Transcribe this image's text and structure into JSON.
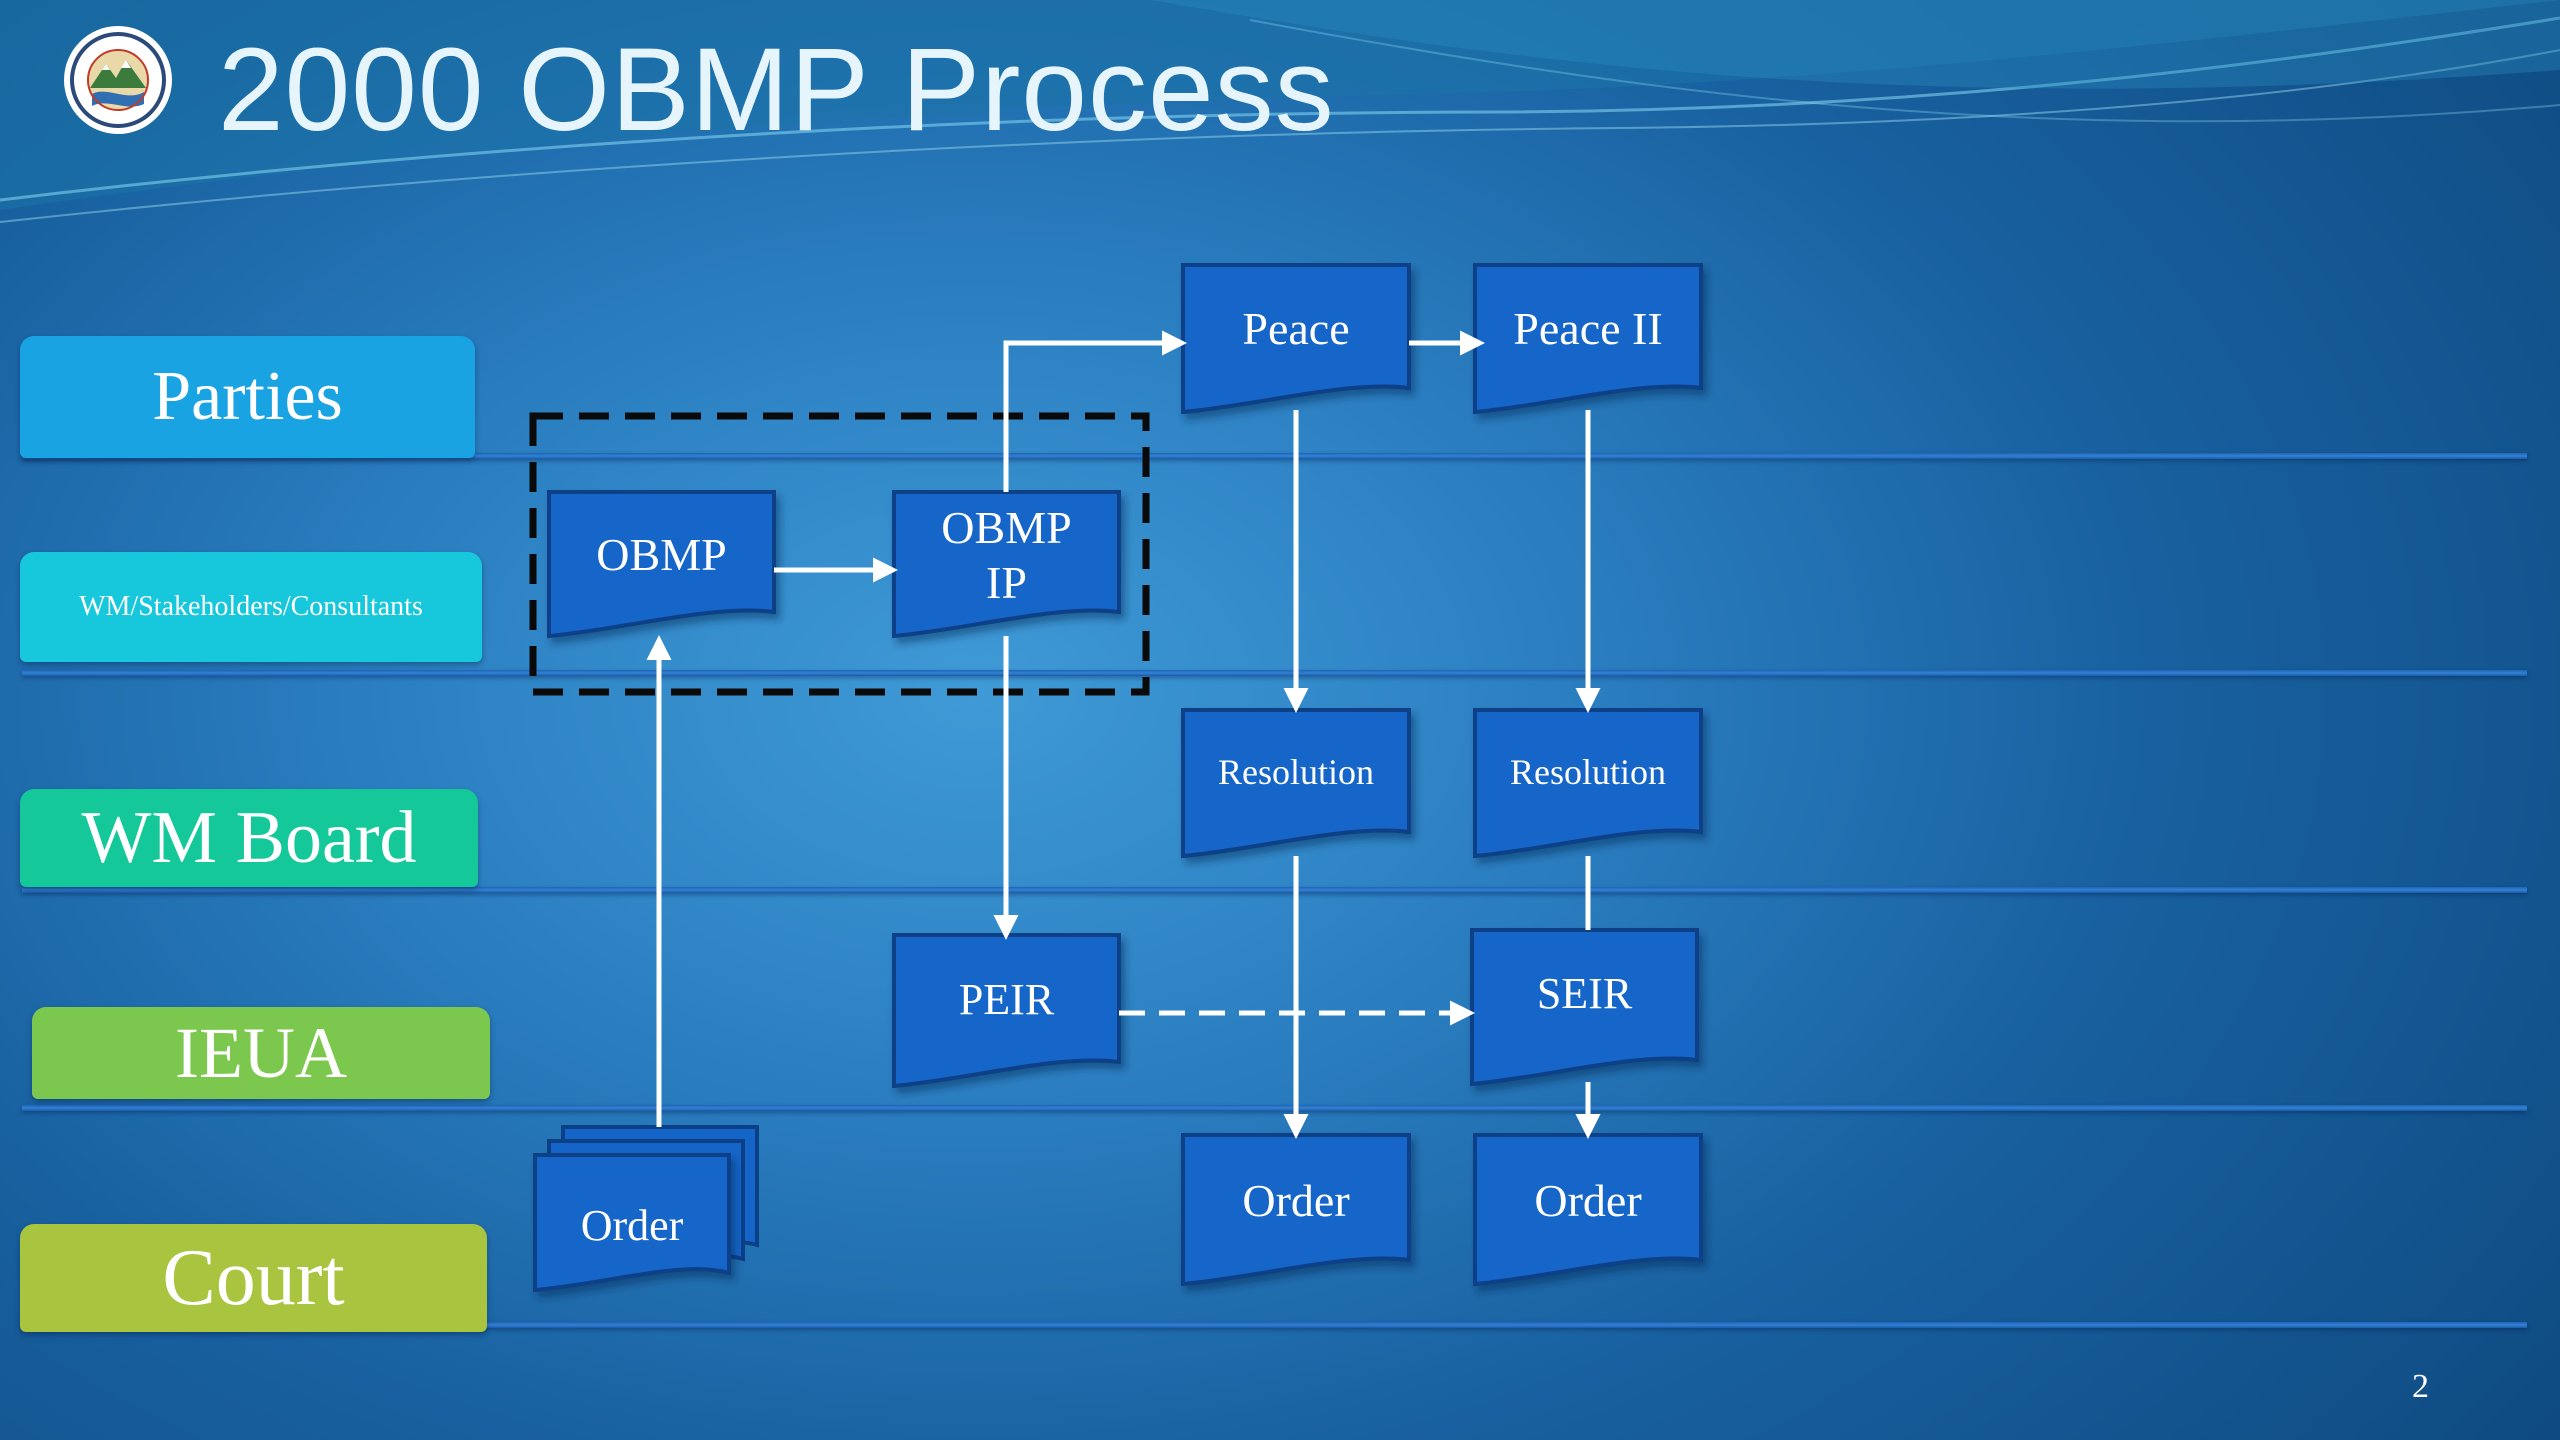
{
  "slide": {
    "title": "2000 OBMP Process",
    "page_number": "2"
  },
  "lanes": [
    {
      "label": "Parties",
      "color": "#1aa3e3"
    },
    {
      "label": "WM/Stakeholders/Consultants",
      "color": "#17c8dc"
    },
    {
      "label": "WM Board",
      "color": "#14c89a"
    },
    {
      "label": "IEUA",
      "color": "#7cc84e"
    },
    {
      "label": "Court",
      "color": "#a9c43e"
    }
  ],
  "nodes": {
    "peace": "Peace",
    "peace_ii": "Peace II",
    "obmp": "OBMP",
    "obmp_ip_line1": "OBMP",
    "obmp_ip_line2": "IP",
    "resolution_1": "Resolution",
    "resolution_2": "Resolution",
    "peir": "PEIR",
    "seir": "SEIR",
    "order_multi": "Order",
    "order_1": "Order",
    "order_2": "Order"
  },
  "colors": {
    "node_fill": "#1565c8",
    "node_border": "#0b3f86",
    "arrow": "#ffffff",
    "dashed_box": "#0a0a0a"
  }
}
